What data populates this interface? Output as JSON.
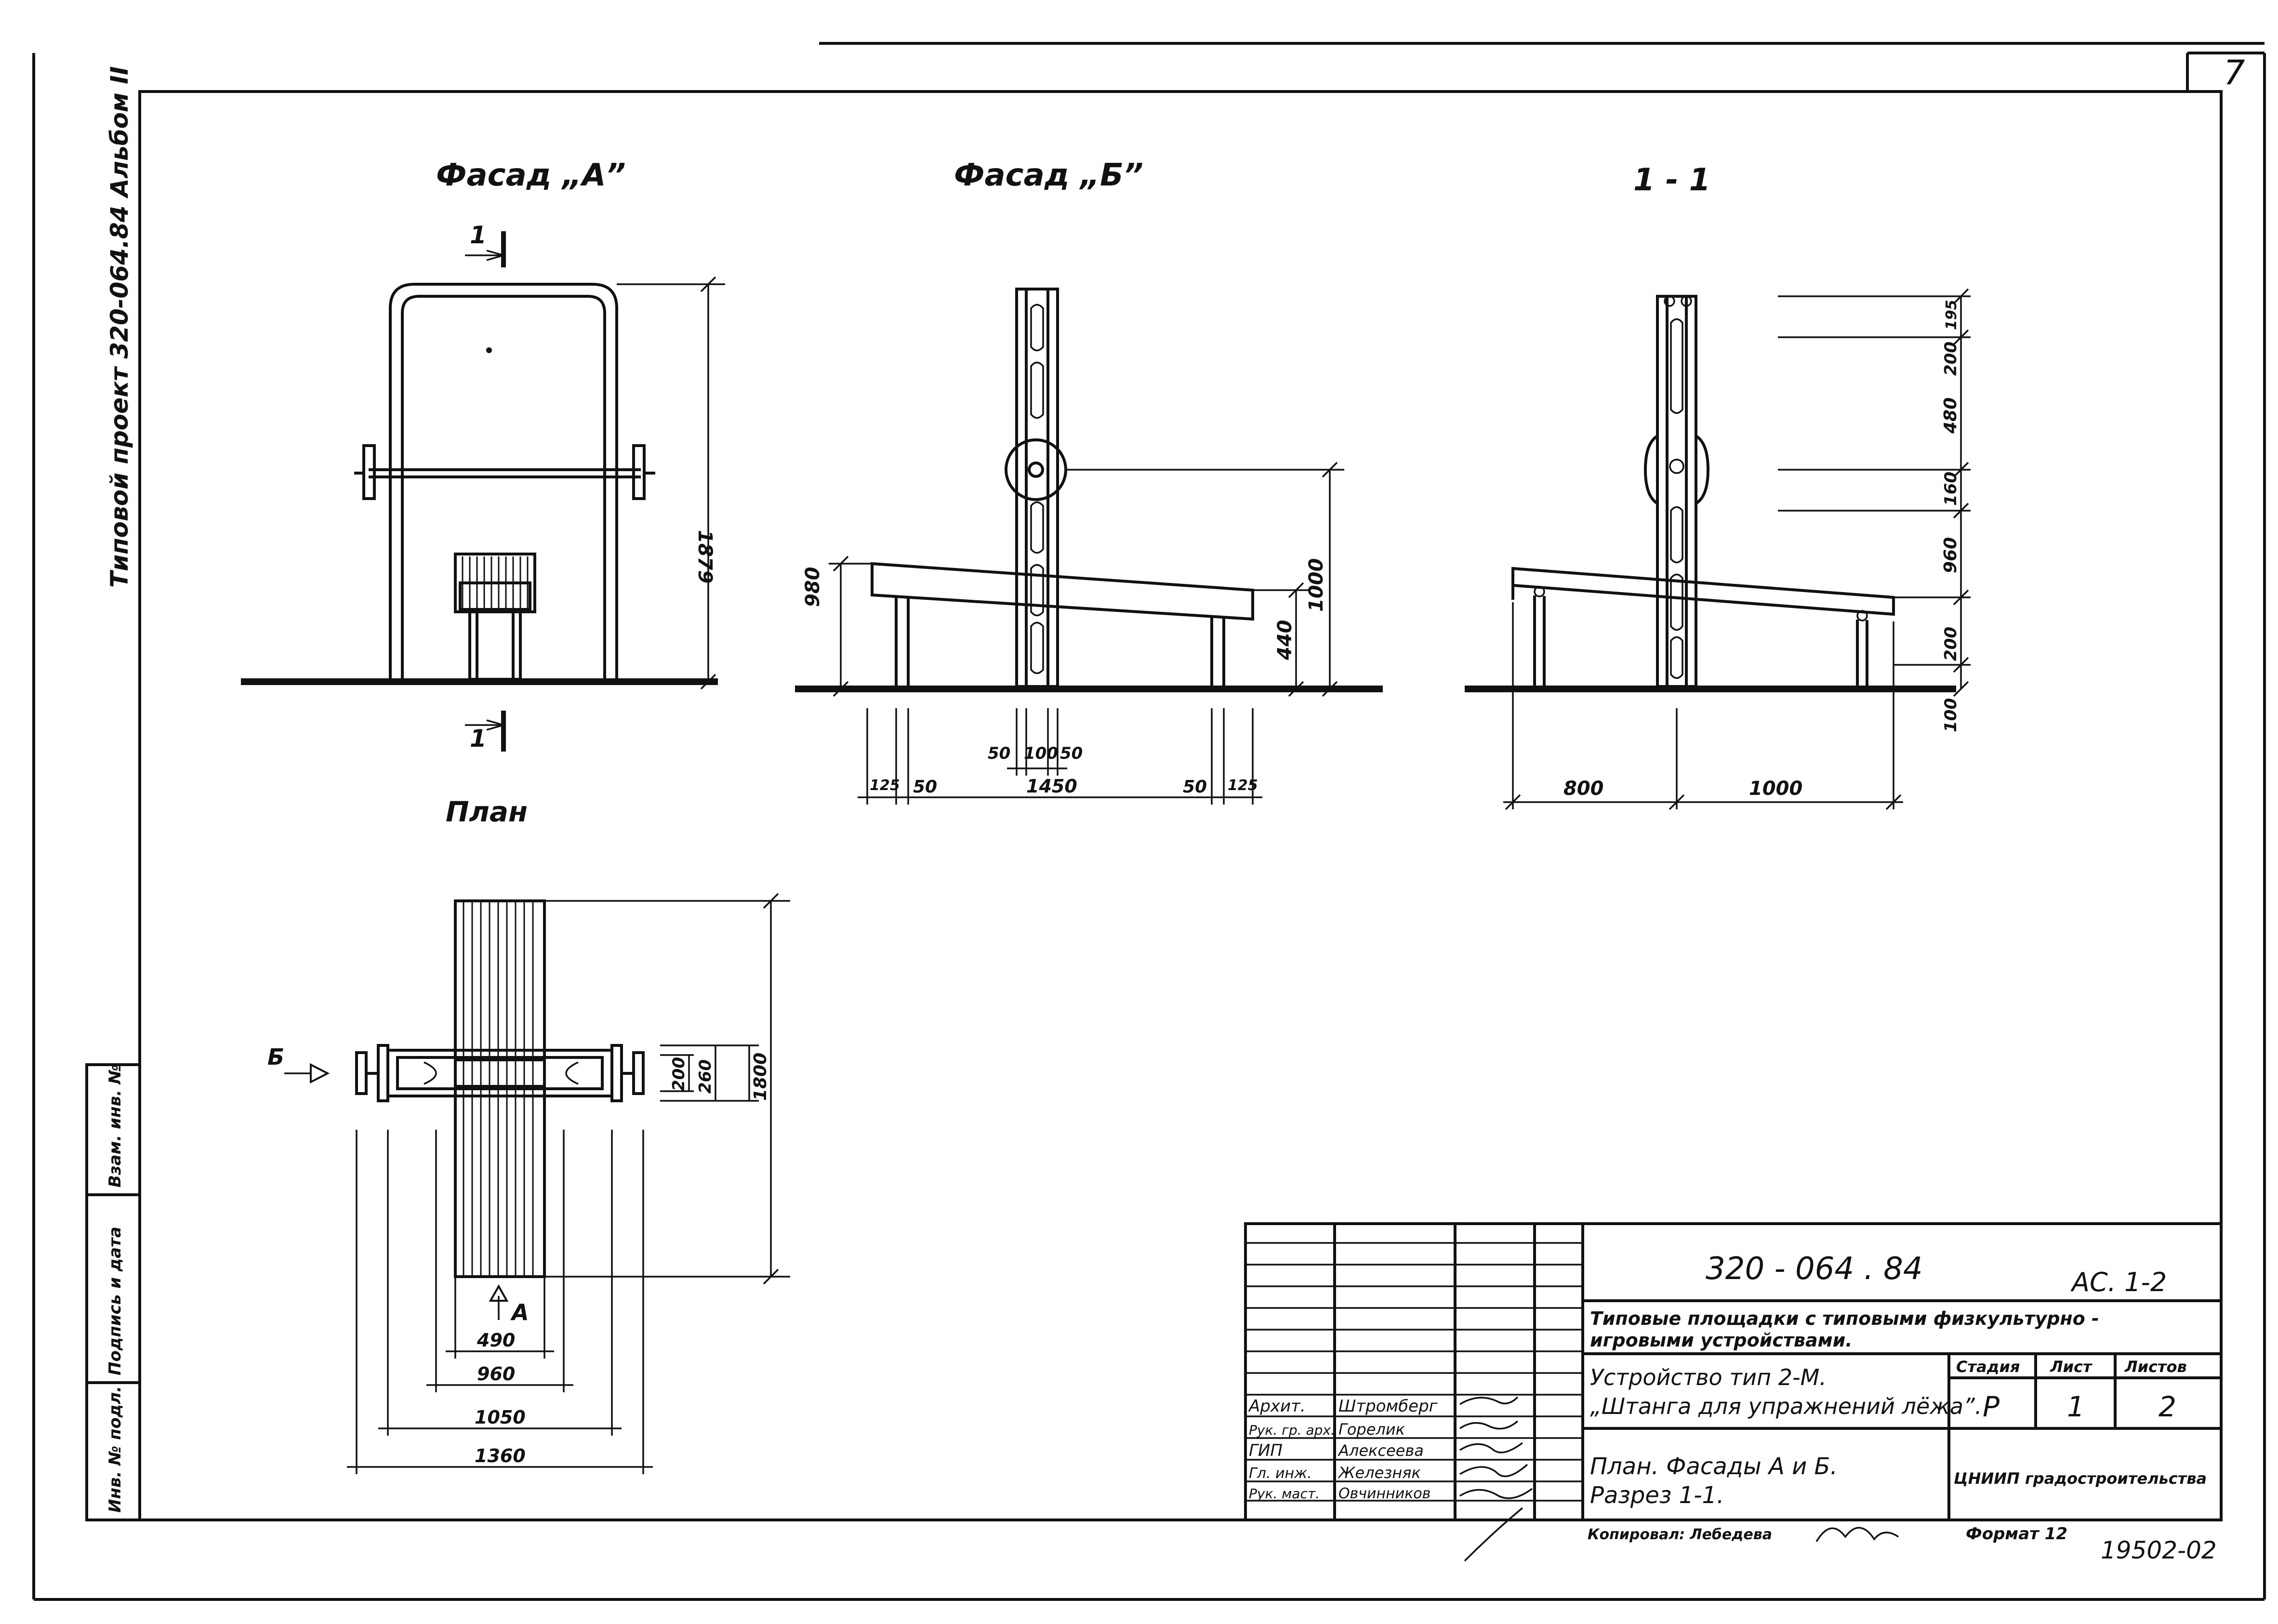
{
  "sheet": {
    "number": "7",
    "side_label": "Типовой проект 320-064.84 Альбом II",
    "side_stamp_1": "Инв. № подл.",
    "side_stamp_2": "Подпись и дата",
    "side_stamp_3": "Взам. инв. №"
  },
  "views": {
    "facade_a": "Фасад „А”",
    "facade_b": "Фасад „Б”",
    "section": "1 - 1",
    "plan": "План",
    "cut_mark": "1",
    "arrow_b": "Б",
    "arrow_a": "А"
  },
  "dims": {
    "fa_height": "1879",
    "fb_h1": "980",
    "fb_h2": "440",
    "fb_h3": "1000",
    "fb_125_left": "125",
    "fb_50_left": "50",
    "fb_50_top1": "50",
    "fb_100_top": "100",
    "fb_50_top2": "50",
    "fb_1450": "1450",
    "fb_50_right": "50",
    "fb_125_right": "125",
    "s_195": "195",
    "s_200": "200",
    "s_480": "480",
    "s_160": "160",
    "s_960": "960",
    "s_200b": "200",
    "s_100": "100",
    "s_800": "800",
    "s_1000": "1000",
    "p_200": "200",
    "p_260": "260",
    "p_1800": "1800",
    "p_490": "490",
    "p_960": "960",
    "p_1050": "1050",
    "p_1360": "1360"
  },
  "title_block": {
    "code": "320 - 064 . 84",
    "sheet_code": "АС. 1-2",
    "desc_line1": "Типовые площадки с типовыми физкультурно -",
    "desc_line2": "игровыми устройствами.",
    "item_line1": "Устройство тип 2-М.",
    "item_line2": "„Штанга для упражнений лёжа”.",
    "sheet_title_line1": "План. Фасады А и Б.",
    "sheet_title_line2": "Разрез 1-1.",
    "col_stage": "Стадия",
    "col_sheet": "Лист",
    "col_sheets": "Листов",
    "val_stage": "Р",
    "val_sheet": "1",
    "val_sheets": "2",
    "org": "ЦНИИП градостроительства",
    "people": [
      {
        "role": "Архит.",
        "name": "Штромберг"
      },
      {
        "role": "Рук. гр. арх.",
        "name": "Горелик"
      },
      {
        "role": "ГИП",
        "name": "Алексеева"
      },
      {
        "role": "Гл. инж.",
        "name": "Железняк"
      },
      {
        "role": "Рук. маст.",
        "name": "Овчинников"
      }
    ],
    "copied_by": "Копировал: Лебедева",
    "format": "Формат 12",
    "archive_no": "19502-02"
  }
}
